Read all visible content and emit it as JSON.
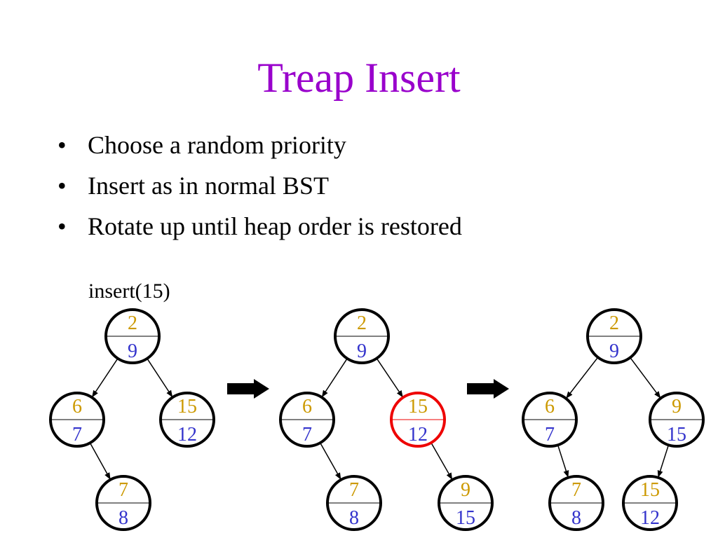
{
  "title": "Treap Insert",
  "bullets": [
    "Choose a random priority",
    "Insert as in normal BST",
    "Rotate up until heap order is restored"
  ],
  "bullet_symbol": "•",
  "caption": "insert(15)",
  "colors": {
    "title": "#9900cc",
    "key": "#cc9900",
    "priority": "#3333cc",
    "highlight": "#ee0000",
    "outline": "#000000"
  },
  "trees": [
    {
      "nodes": [
        {
          "id": "a",
          "key": "2",
          "priority": "9"
        },
        {
          "id": "b",
          "key": "6",
          "priority": "7"
        },
        {
          "id": "c",
          "key": "15",
          "priority": "12"
        },
        {
          "id": "d",
          "key": "7",
          "priority": "8"
        }
      ],
      "edges": [
        [
          "a",
          "b"
        ],
        [
          "a",
          "c"
        ],
        [
          "b",
          "d"
        ]
      ]
    },
    {
      "nodes": [
        {
          "id": "a",
          "key": "2",
          "priority": "9"
        },
        {
          "id": "b",
          "key": "6",
          "priority": "7"
        },
        {
          "id": "c",
          "key": "15",
          "priority": "12",
          "highlighted": true
        },
        {
          "id": "d",
          "key": "7",
          "priority": "8"
        },
        {
          "id": "e",
          "key": "9",
          "priority": "15"
        }
      ],
      "edges": [
        [
          "a",
          "b"
        ],
        [
          "a",
          "c"
        ],
        [
          "b",
          "d"
        ],
        [
          "c",
          "e"
        ]
      ]
    },
    {
      "nodes": [
        {
          "id": "a",
          "key": "2",
          "priority": "9"
        },
        {
          "id": "b",
          "key": "6",
          "priority": "7"
        },
        {
          "id": "c",
          "key": "9",
          "priority": "15"
        },
        {
          "id": "d",
          "key": "7",
          "priority": "8"
        },
        {
          "id": "e",
          "key": "15",
          "priority": "12"
        }
      ],
      "edges": [
        [
          "a",
          "b"
        ],
        [
          "a",
          "c"
        ],
        [
          "b",
          "d"
        ],
        [
          "c",
          "e"
        ]
      ]
    }
  ]
}
